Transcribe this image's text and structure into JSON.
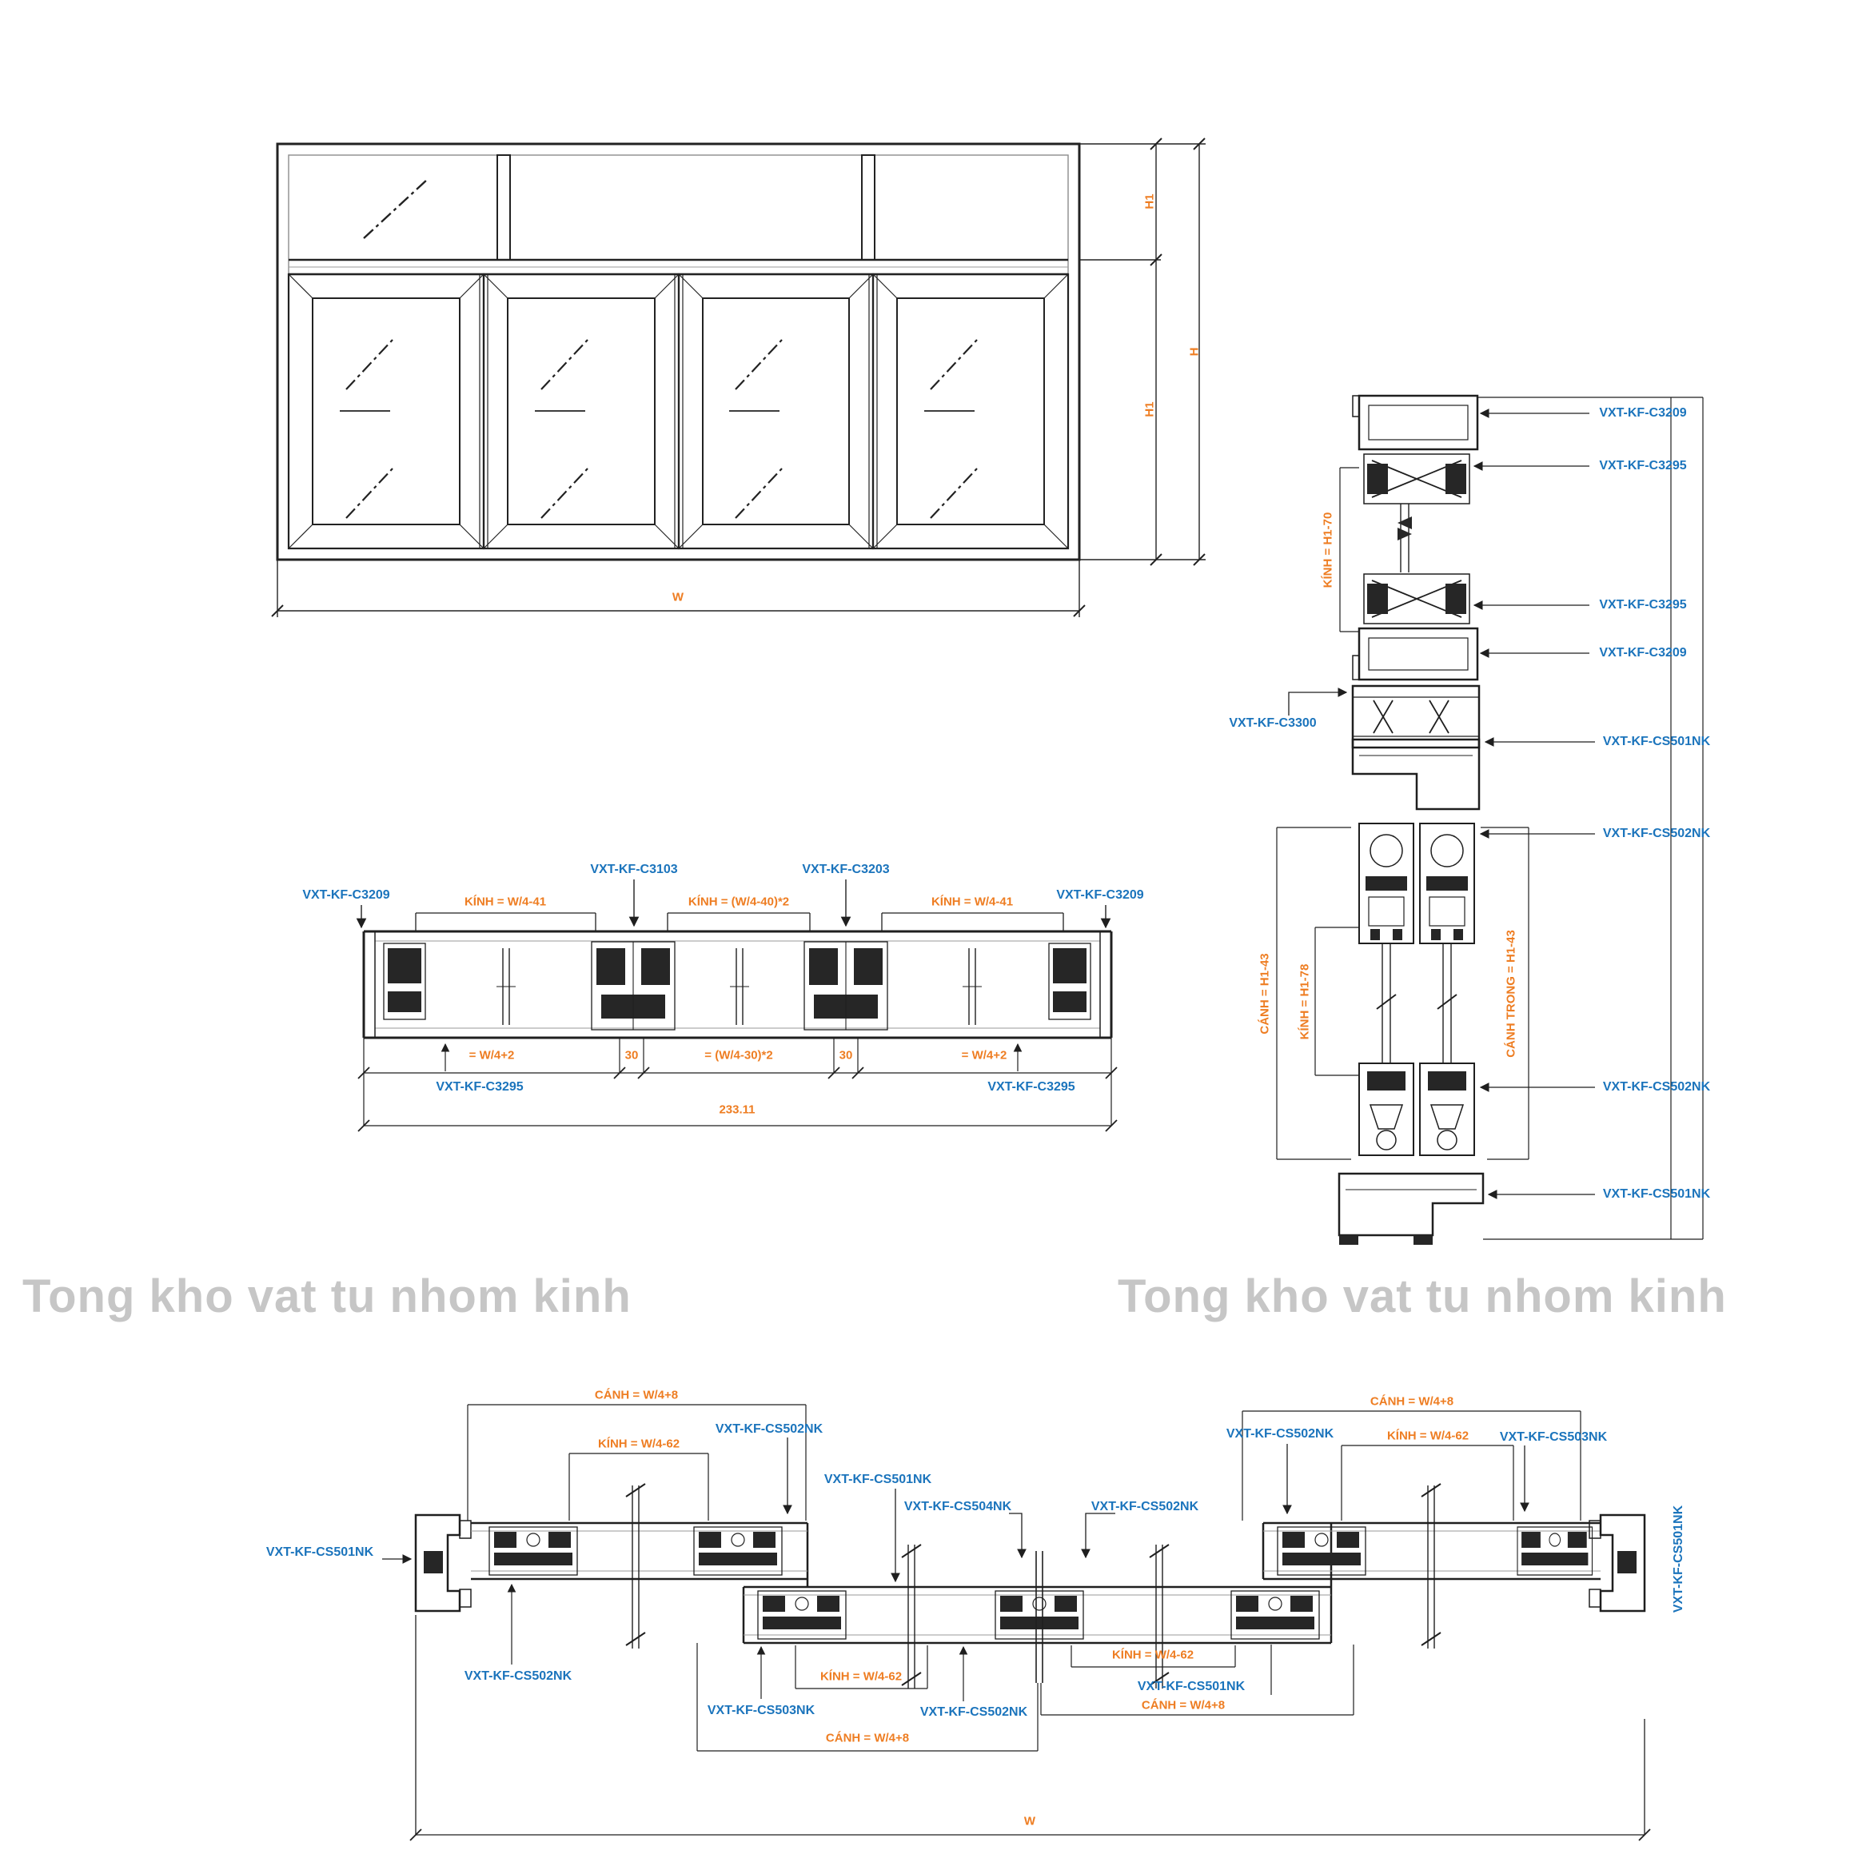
{
  "colors": {
    "label_blue": "#1b74bc",
    "label_orange": "#ee7d22",
    "line_dark": "#1f1f1f",
    "line_gray": "#8c8c8c",
    "watermark_gray": "#c6c6c6",
    "background": "#ffffff"
  },
  "watermark_text": "Tong kho vat tu nhom kinh",
  "elevation": {
    "dim_h1_top": "H1",
    "dim_h": "H",
    "dim_h1_bottom": "H1",
    "dim_w": "W"
  },
  "plan_section": {
    "c3209_left": "VXT-KF-C3209",
    "c3103": "VXT-KF-C3103",
    "c3203": "VXT-KF-C3203",
    "c3209_right": "VXT-KF-C3209",
    "kinh_left": "KÍNH = W/4-41",
    "kinh_center": "KÍNH = (W/4-40)*2",
    "kinh_right": "KÍNH = W/4-41",
    "dim_left": "= W/4+2",
    "dim_30_left": "30",
    "dim_center": "= (W/4-30)*2",
    "dim_30_right": "30",
    "dim_right": "= W/4+2",
    "c3295_left": "VXT-KF-C3295",
    "c3295_right": "VXT-KF-C3295",
    "dim_total": "233.11"
  },
  "vertical_section": {
    "c3209_top": "VXT-KF-C3209",
    "c3295_upper": "VXT-KF-C3295",
    "c3295_lower": "VXT-KF-C3295",
    "c3209_bottom": "VXT-KF-C3209",
    "c3300": "VXT-KF-C3300",
    "cs501nk_head": "VXT-KF-CS501NK",
    "cs502nk_upper": "VXT-KF-CS502NK",
    "cs502nk_lower": "VXT-KF-CS502NK",
    "cs501nk_sill": "VXT-KF-CS501NK",
    "kinh_top": "KÍNH = H1-70",
    "canh": "CÁNH = H1-43",
    "kinh_sash": "KÍNH = H1-78",
    "canh_trong": "CÁNH TRONG = H1-43"
  },
  "bottom_section": {
    "canh_top_left": "CÁNH = W/4+8",
    "kinh_top_left": "KÍNH = W/4-62",
    "cs502nk_top_left": "VXT-KF-CS502NK",
    "cs501nk_mid_left": "VXT-KF-CS501NK",
    "cs504nk_center": "VXT-KF-CS504NK",
    "cs502nk_center": "VXT-KF-CS502NK",
    "cs502nk_top_right": "VXT-KF-CS502NK",
    "kinh_top_right": "KÍNH = W/4-62",
    "cs503nk_top_right": "VXT-KF-CS503NK",
    "canh_top_right": "CÁNH = W/4+8",
    "cs501nk_left_edge": "VXT-KF-CS501NK",
    "cs502nk_bottom_left": "VXT-KF-CS502NK",
    "cs503nk_bottom_center": "VXT-KF-CS503NK",
    "kinh_bottom_center": "KÍNH = W/4-62",
    "cs502nk_bottom_mid": "VXT-KF-CS502NK",
    "canh_bottom_left": "CÁNH = W/4+8",
    "kinh_bottom_right": "KÍNH = W/4-62",
    "cs501nk_bottom_right": "VXT-KF-CS501NK",
    "canh_bottom_right": "CÁNH = W/4+8",
    "cs501nk_right_edge": "VXT-KF-CS501NK",
    "dim_w": "W"
  }
}
